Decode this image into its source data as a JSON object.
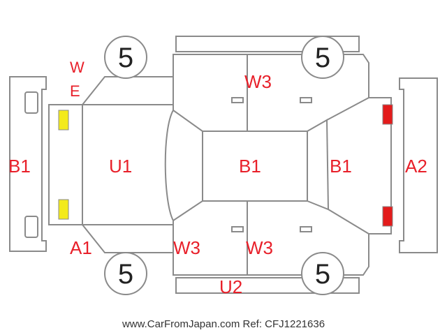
{
  "colors": {
    "damage_text": "#e8202a",
    "marker_yellow": "#f3ea1b",
    "marker_red": "#e31b1b",
    "outline": "#8a8a8a"
  },
  "wheels": {
    "front_left": "5",
    "front_right": "5",
    "rear_left": "5",
    "rear_right": "5"
  },
  "labels": {
    "left_bumper": "B1",
    "hood": "U1",
    "roof": "B1",
    "rear_glass": "B1",
    "right_bumper": "A2",
    "upper_door": "W3",
    "lower_door_front": "W3",
    "lower_door_rear": "W3",
    "lower_sill": "U2",
    "lower_front_corner": "A1",
    "upper_front_w": "W",
    "upper_front_e": "E"
  },
  "markers": {
    "left": [
      "yellow-marker",
      "yellow-marker"
    ],
    "right": [
      "red-marker",
      "red-marker"
    ]
  },
  "footer": "www.CarFromJapan.com Ref: CFJ1221636"
}
